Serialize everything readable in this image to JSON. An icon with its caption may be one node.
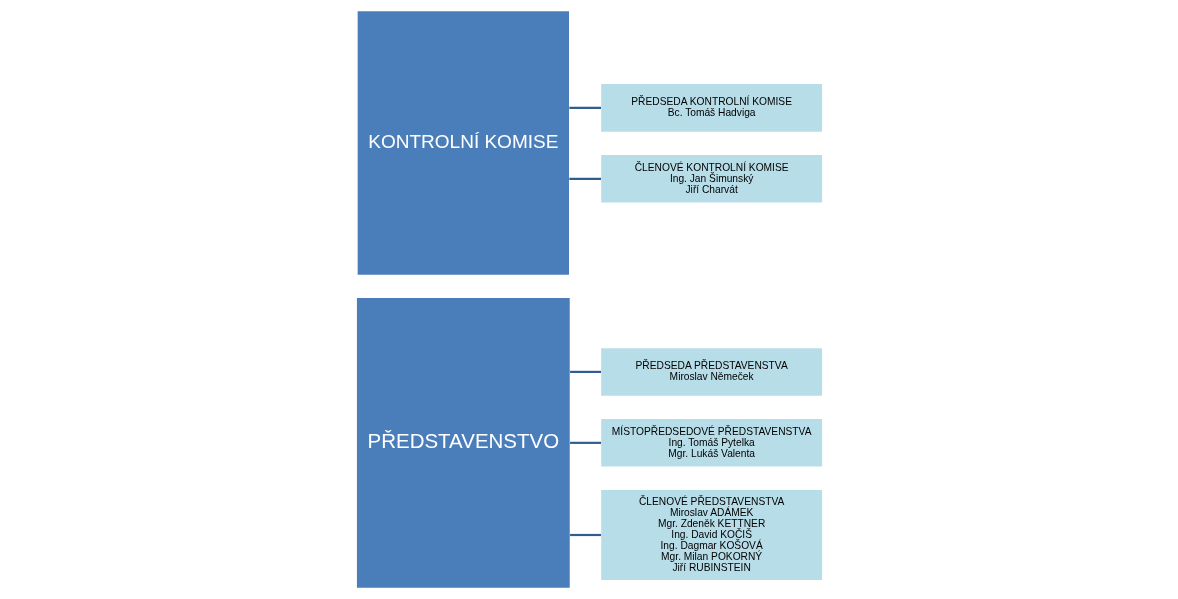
{
  "diagram": {
    "nodes": [
      {
        "text": [
          "PŘEDSTAVENSTVO"
        ]
      },
      {
        "text": [
          "PŘEDSEDA PŘEDSTAVENSTVA",
          "Miroslav Němeček"
        ]
      },
      {
        "text": [
          "MÍSTOPŘEDSEDOVÉ PŘEDSTAVENSTVA",
          "Ing. Tomáš Pytelka",
          "Mgr. Lukáš Valenta"
        ]
      },
      {
        "text": [
          "ČLENOVÉ PŘEDSTAVENSTVA",
          "Miroslav ADÁMEK",
          "Mgr. Zdeněk KETTNER",
          "Ing. David KOČIŠ",
          "Ing. Dagmar KOŠOVÁ",
          "Mgr. Milan POKORNÝ",
          "Jiří RUBINSTEIN"
        ]
      },
      {
        "text": [
          "KONTROLNÍ KOMISE"
        ]
      },
      {
        "text": [
          "PŘEDSEDA KONTROLNÍ KOMISE",
          "Bc. Tomáš Hadviga"
        ]
      },
      {
        "text": [
          "ČLENOVÉ KONTROLNÍ KOMISE",
          "Ing. Jan Šimunský",
          "Jiří Charvát"
        ]
      }
    ],
    "edges": [
      {
        "from": 0,
        "to": 1,
        "arrow": "none"
      },
      {
        "from": 0,
        "to": 2,
        "arrow": "none"
      },
      {
        "from": 0,
        "to": 3,
        "arrow": "none"
      },
      {
        "from": 4,
        "to": 5,
        "arrow": "none"
      },
      {
        "from": 4,
        "to": 6,
        "arrow": "none"
      }
    ]
  }
}
